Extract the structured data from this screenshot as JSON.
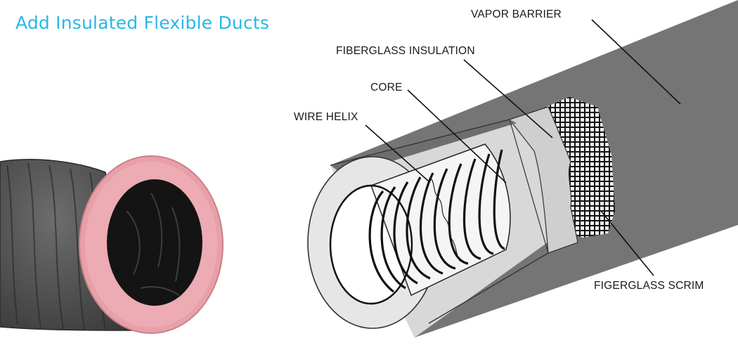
{
  "title": "Add Insulated Flexible Ducts",
  "labels": {
    "vapor_barrier": "VAPOR BARRIER",
    "fiberglass_insulation": "FIBERGLASS INSULATION",
    "core": "CORE",
    "wire_helix": "WIRE HELIX",
    "scrim": "FIGERGLASS SCRIM"
  },
  "colors": {
    "title": "#29b7e6",
    "barrier": "#757575",
    "insulation": "#e6e6e6",
    "pink_insulation": "#e8a0a8"
  }
}
